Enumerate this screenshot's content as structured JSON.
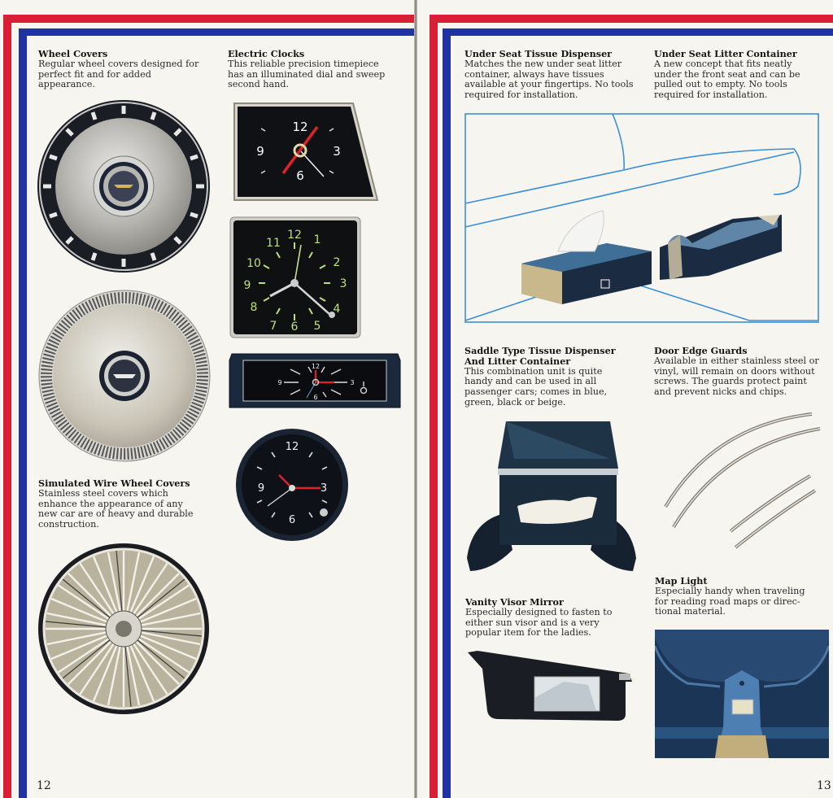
{
  "spread": {
    "border_colors": {
      "red": "#d91f36",
      "blue": "#1f33a3",
      "diagram_line": "#3b8fd4"
    }
  },
  "left_page": {
    "page_number": "12",
    "items": [
      {
        "title": "Wheel Covers",
        "description": "Regular wheel covers designed for\nperfect fit and for added\nappearance."
      },
      {
        "title": "Electric Clocks",
        "description": "This reliable precision timepiece\nhas an illuminated dial and sweep\nsecond hand."
      },
      {
        "title": "Simulated Wire Wheel Covers",
        "description": "Stainless steel covers which\nenhance the appearance of any\nnew car are of heavy and durable\nconstruction."
      }
    ],
    "clocks": [
      {
        "style": "trapezoid",
        "numerals": [
          "12",
          "3",
          "6",
          "9"
        ]
      },
      {
        "style": "square-green",
        "numerals": [
          "12",
          "1",
          "2",
          "3",
          "4",
          "5",
          "6",
          "7",
          "8",
          "9",
          "10",
          "11"
        ]
      },
      {
        "style": "rectangular",
        "numerals": [
          "12",
          "3",
          "6",
          "9"
        ]
      },
      {
        "style": "round",
        "numerals": [
          "12",
          "3",
          "6",
          "9"
        ]
      }
    ]
  },
  "right_page": {
    "page_number": "13",
    "items": [
      {
        "title": "Under Seat Tissue Dispenser",
        "description": "Matches the new under seat litter\ncontainer, always have tissues\navailable at your fingertips. No tools\nrequired for installation."
      },
      {
        "title": "Under Seat Litter Container",
        "description": "A new concept that fits neatly\nunder the front seat and can be\npulled out to empty. No tools\nrequired for installation."
      },
      {
        "title": "Saddle Type Tissue Dispenser\nAnd Litter Container",
        "description": "This combination unit is quite\nhandy and can be used in all\npassenger cars; comes in blue,\ngreen, black or beige."
      },
      {
        "title": "Door Edge Guards",
        "description": "Available in either stainless steel or\nvinyl, will remain on doors without\nscrews. The guards protect paint\nand prevent nicks and chips."
      },
      {
        "title": "Vanity Visor Mirror",
        "description": "Especially designed to fasten to\neither sun visor and is a very\npopular item for the ladies."
      },
      {
        "title": "Map Light",
        "description": "Especially handy when traveling\nfor reading road maps or direc-\ntional material."
      }
    ]
  }
}
